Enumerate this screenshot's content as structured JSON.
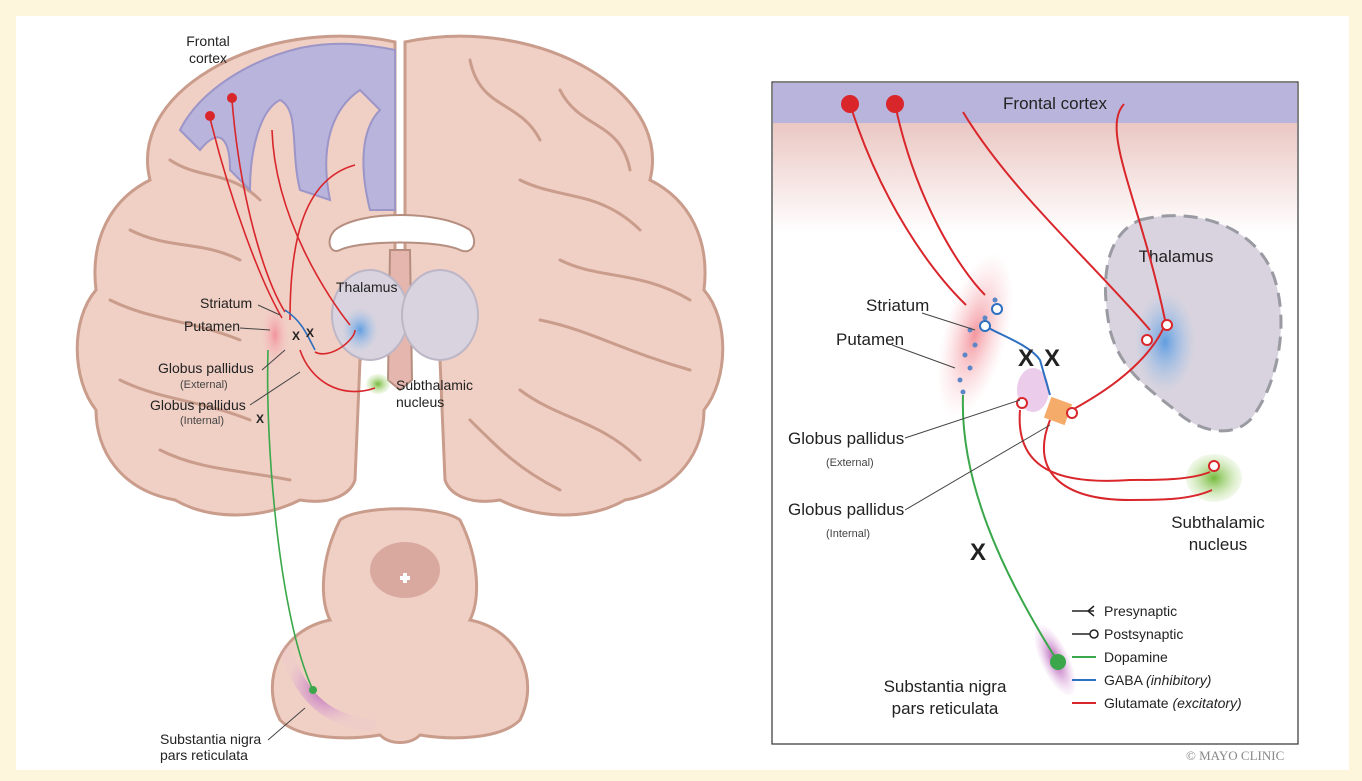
{
  "left_labels": {
    "frontal_cortex_1": "Frontal",
    "frontal_cortex_2": "cortex",
    "thalamus": "Thalamus",
    "striatum": "Striatum",
    "putamen": "Putamen",
    "gp_ext": "Globus pallidus",
    "gp_ext_sub": "(External)",
    "gp_int": "Globus pallidus",
    "gp_int_sub": "(Internal)",
    "stn_1": "Subthalamic",
    "stn_2": "nucleus",
    "snr_1": "Substantia nigra",
    "snr_2": "pars reticulata"
  },
  "right_labels": {
    "frontal_cortex": "Frontal cortex",
    "thalamus": "Thalamus",
    "striatum": "Striatum",
    "putamen": "Putamen",
    "gp_ext": "Globus pallidus",
    "gp_ext_sub": "(External)",
    "gp_int": "Globus pallidus",
    "gp_int_sub": "(Internal)",
    "stn_1": "Subthalamic",
    "stn_2": "nucleus",
    "snr_1": "Substantia nigra",
    "snr_2": "pars reticulata"
  },
  "legend": {
    "presynaptic": "Presynaptic",
    "postsynaptic": "Postsynaptic",
    "dopamine": "Dopamine",
    "gaba": "GABA",
    "gaba_note": "(inhibitory)",
    "glutamate": "Glutamate",
    "glutamate_note": "(excitatory)"
  },
  "marks": {
    "x_mark": "X"
  },
  "copyright": "© MAYO CLINIC",
  "colors": {
    "dopamine": "#3aa84a",
    "gaba": "#2d6fc0",
    "glutamate": "#d9262b",
    "brain_fill": "#f0cfc4",
    "brain_stroke": "#c99c8c",
    "cortex_highlight": "#b9b4dc",
    "thalamus_fill": "#d8d3de",
    "subthalamic": "#7dc142",
    "substantia_nigra": "#b04fb0"
  }
}
